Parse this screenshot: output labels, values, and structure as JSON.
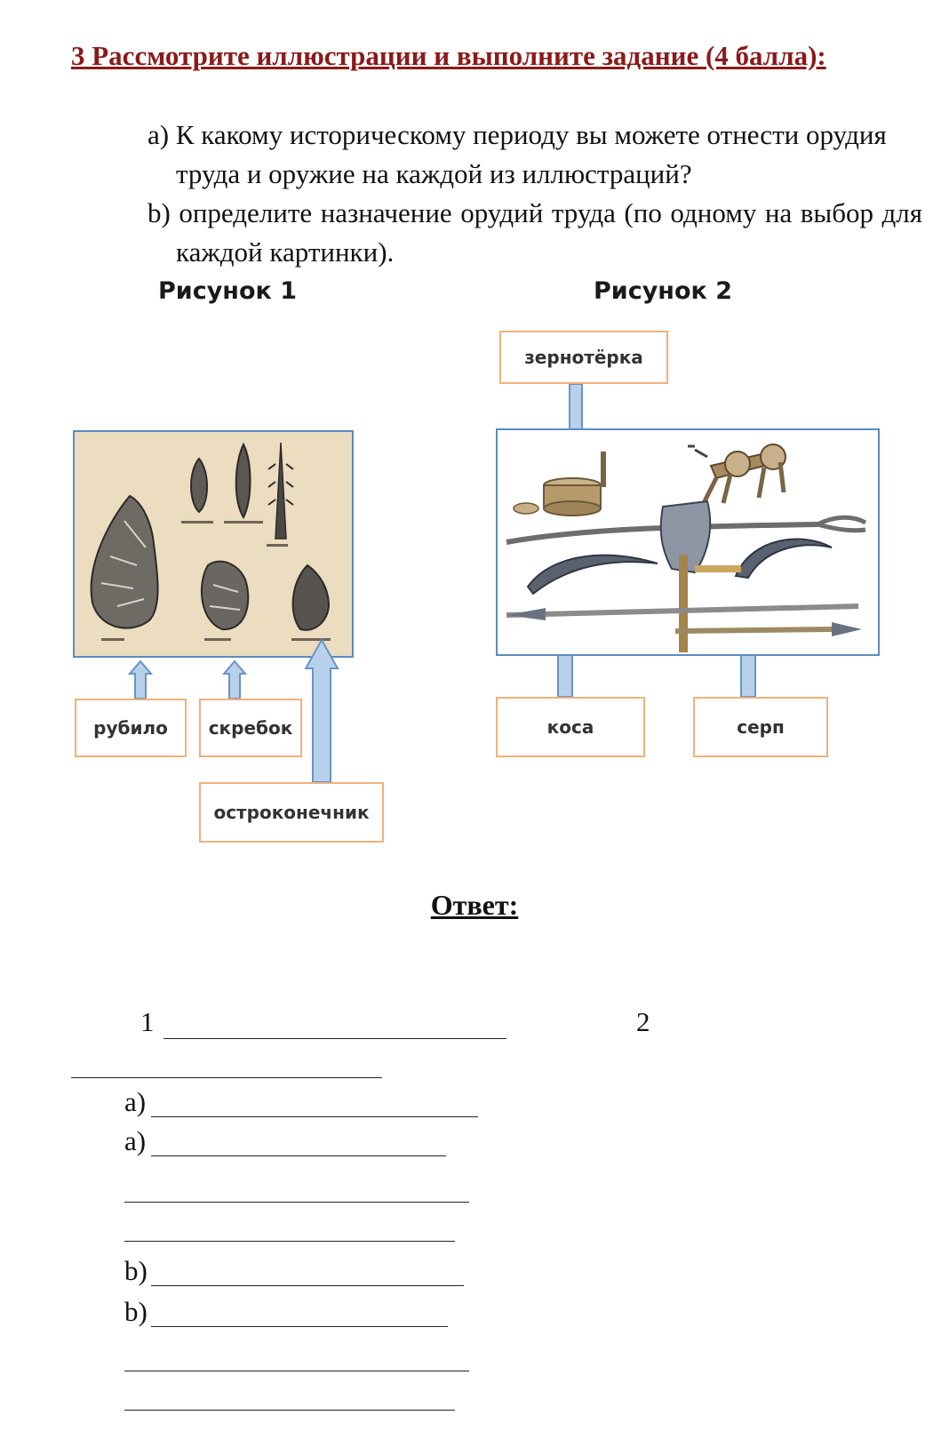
{
  "task": {
    "heading": "3  Рассмотрите иллюстрации и выполните задание (4 балла):",
    "question_a": "a) К какому историческому периоду вы можете отнести орудия труда и оружие на каждой из иллюстраций?",
    "question_b": "b) определите назначение орудий труда (по одному на выбор для каждой картинки)."
  },
  "figure1": {
    "title": "Рисунок 1",
    "labels": {
      "rubilo": "рубило",
      "skrebok": "скребок",
      "ostrokonechnik": "остроконечник"
    }
  },
  "figure2": {
    "title": "Рисунок 2",
    "labels": {
      "zernoterka": "зернотёрка",
      "kosa": "коса",
      "serp": "серп"
    }
  },
  "answer": {
    "title": "Ответ:",
    "n1": "1",
    "n2": "2",
    "a1": "а)",
    "a2": "а)",
    "b1": "b)",
    "b2": "b)"
  },
  "colors": {
    "heading": "#8b1a1a",
    "label_border": "#f0b17a",
    "frame_border": "#5b8cc0",
    "arrow_fill": "#b8d1ea",
    "arrow_stroke": "#6a93c4"
  }
}
